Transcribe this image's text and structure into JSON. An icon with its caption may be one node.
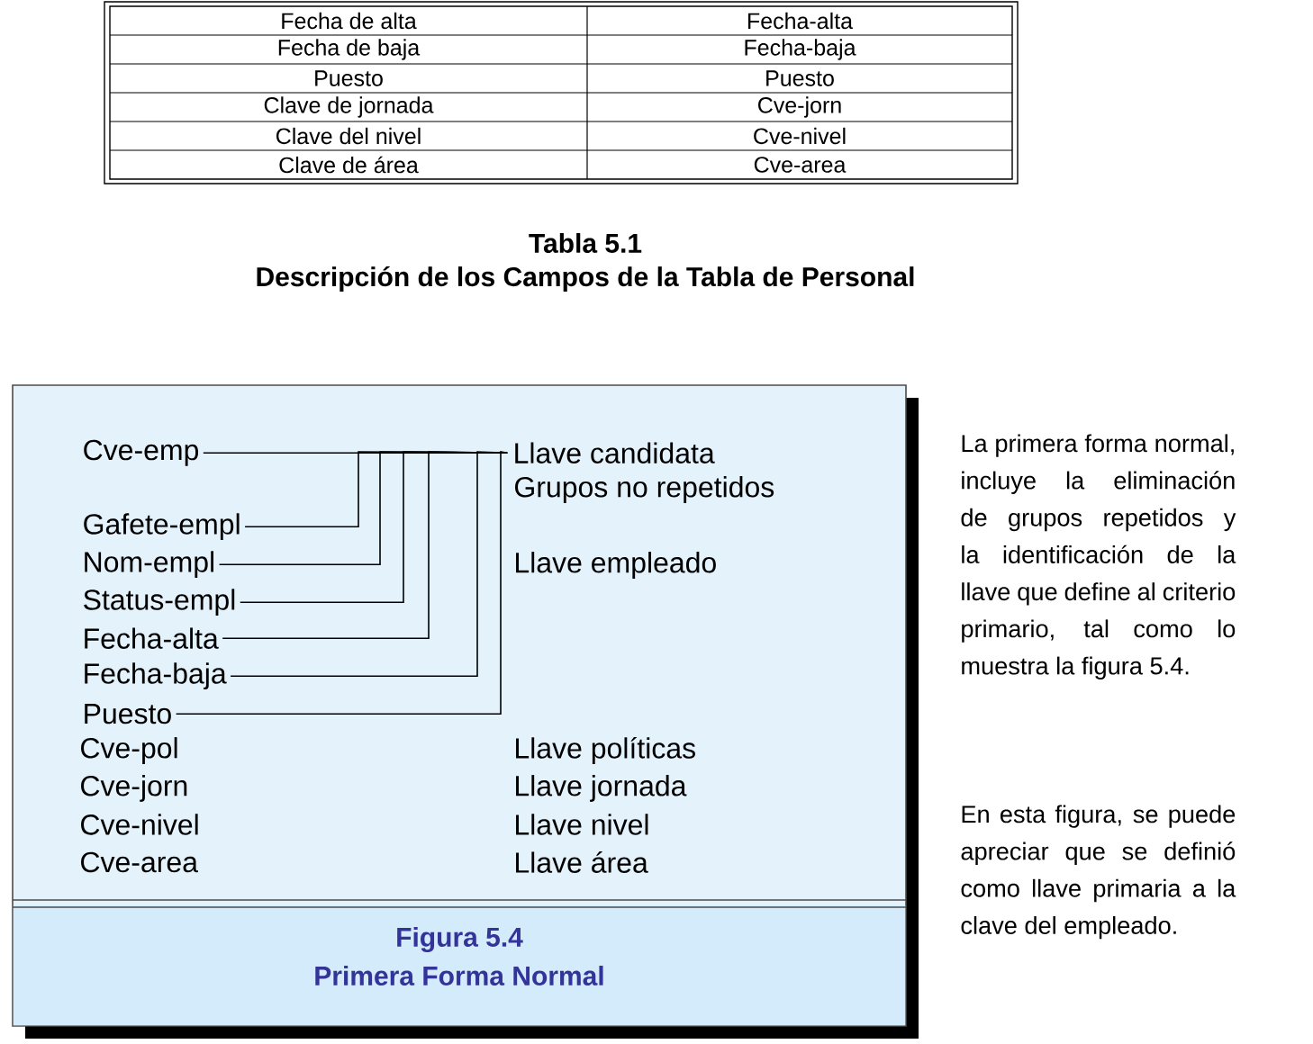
{
  "diagram": {
    "nodes": [
      {
        "text": [
          "Figura 5.4",
          "Primera Forma Normal"
        ]
      },
      {
        "text": [
          "Cve-emp"
        ],
        "in": 0
      },
      {
        "text": [
          "Llave candidata"
        ],
        "in": 0
      },
      {
        "text": [
          "Gafete-empl"
        ],
        "in": 0
      },
      {
        "text": [
          "Nom-empl"
        ],
        "in": 0
      },
      {
        "text": [
          "Status-empl"
        ],
        "in": 0
      },
      {
        "text": [
          "Fecha-alta"
        ],
        "in": 0
      },
      {
        "text": [
          "Fecha-baja"
        ],
        "in": 0
      },
      {
        "text": [
          "Puesto"
        ],
        "in": 0
      }
    ],
    "edges": [
      {
        "from": 1,
        "to": 2,
        "arrow": "none"
      },
      {
        "from": 3,
        "to": 2,
        "arrow": "none"
      },
      {
        "from": 4,
        "to": 2,
        "arrow": "none"
      },
      {
        "from": 5,
        "to": 2,
        "arrow": "none"
      },
      {
        "from": 6,
        "to": 2,
        "arrow": "none"
      },
      {
        "from": 7,
        "to": 2,
        "arrow": "none"
      },
      {
        "from": 8,
        "to": 2,
        "arrow": "none"
      }
    ],
    "labels": [
      "Fecha de alta",
      "Fecha-alta",
      "Fecha de baja",
      "Fecha-baja",
      "Puesto",
      "Puesto",
      "Clave de jornada",
      "Cve-jorn",
      "Clave del nivel",
      "Cve-nivel",
      "Clave de área",
      "Cve-area",
      "Tabla 5.1",
      "Descripción de los Campos de la Tabla de Personal",
      "Grupos no repetidos",
      "Llave empleado",
      "Cve-pol",
      "Llave políticas",
      "Cve-jorn",
      "Llave jornada",
      "Cve-nivel",
      "Llave nivel",
      "Cve-area",
      "Llave área",
      "La primera forma normal, incluye la eliminación de grupos repetidos y la identificación de la llave que define al criterio primario, tal como lo muestra la figura 5.4.",
      "En esta figura, se puede apreciar que se definió como llave primaria a la clave del empleado."
    ]
  }
}
